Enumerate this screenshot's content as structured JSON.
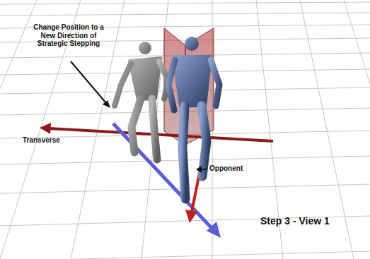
{
  "diagram": {
    "labels": [
      "Change Position to a New Direction of Strategic Stepping",
      "Transverse",
      "Opponent",
      "Step 3 - View 1"
    ]
  }
}
